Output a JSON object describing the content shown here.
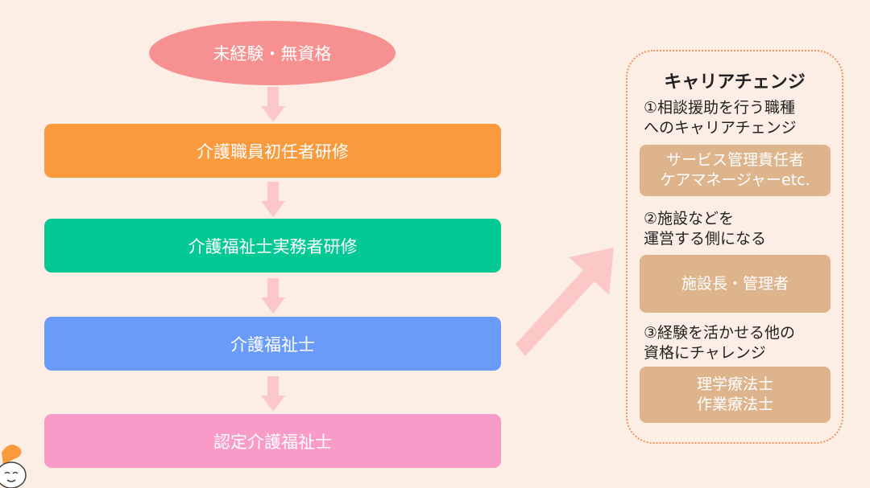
{
  "flow": {
    "start": "未経験・無資格",
    "steps": [
      {
        "label": "介護職員初任者研修",
        "color": "#fa9a3c"
      },
      {
        "label": "介護福祉士実務者研修",
        "color": "#05c995"
      },
      {
        "label": "介護福祉士",
        "color": "#6a9bfb"
      },
      {
        "label": "認定介護福祉士",
        "color": "#f99bc8"
      }
    ],
    "arrow_color": "#fbc7c7"
  },
  "career": {
    "title": "キャリアチェンジ",
    "categories": [
      {
        "heading": "①相談援助を行う職種\nへのキャリアチェンジ",
        "roles": "サービス管理責任者\nケアマネージャーetc."
      },
      {
        "heading": "②施設などを\n運営する側になる",
        "roles": "施設長・管理者"
      },
      {
        "heading": "③経験を活かせる他の\n資格にチャレンジ",
        "roles": "理学療法士\n作業療法士"
      }
    ]
  }
}
